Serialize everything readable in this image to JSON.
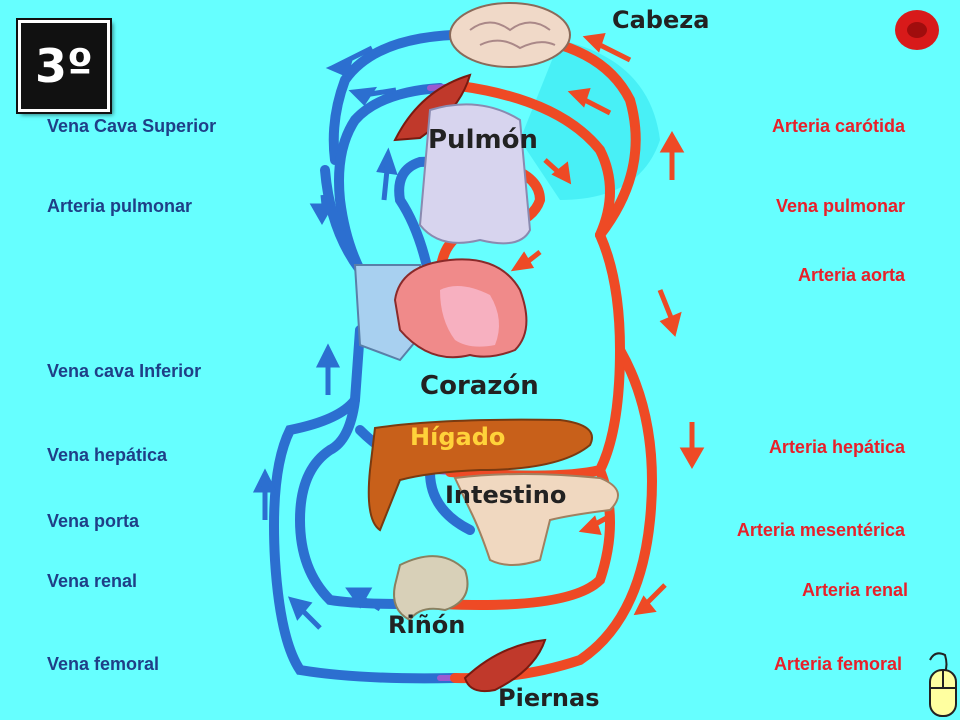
{
  "slide": {
    "number": "3º"
  },
  "organs": {
    "head": "Cabeza",
    "lung": "Pulmón",
    "heart": "Corazón",
    "liver": "Hígado",
    "intestine": "Intestino",
    "kidney": "Riñón",
    "legs": "Piernas"
  },
  "veins": [
    "Vena Cava Superior",
    "Arteria pulmonar",
    "Vena cava Inferior",
    "Vena hepática",
    "Vena porta",
    "Vena renal",
    "Vena femoral"
  ],
  "arteries": [
    "Arteria carótida",
    "Vena pulmonar",
    "Arteria aorta",
    "Arteria hepática",
    "Arteria mesentérica",
    "Arteria renal",
    "Arteria femoral"
  ],
  "colors": {
    "background": "#66ffff",
    "vein_blue": "#2c6fd0",
    "artery_red": "#ee4a25",
    "vein_label": "#1f3f87",
    "artery_label": "#e8202a"
  },
  "icons": [
    "red-blood-cell-icon",
    "mouse-icon"
  ]
}
